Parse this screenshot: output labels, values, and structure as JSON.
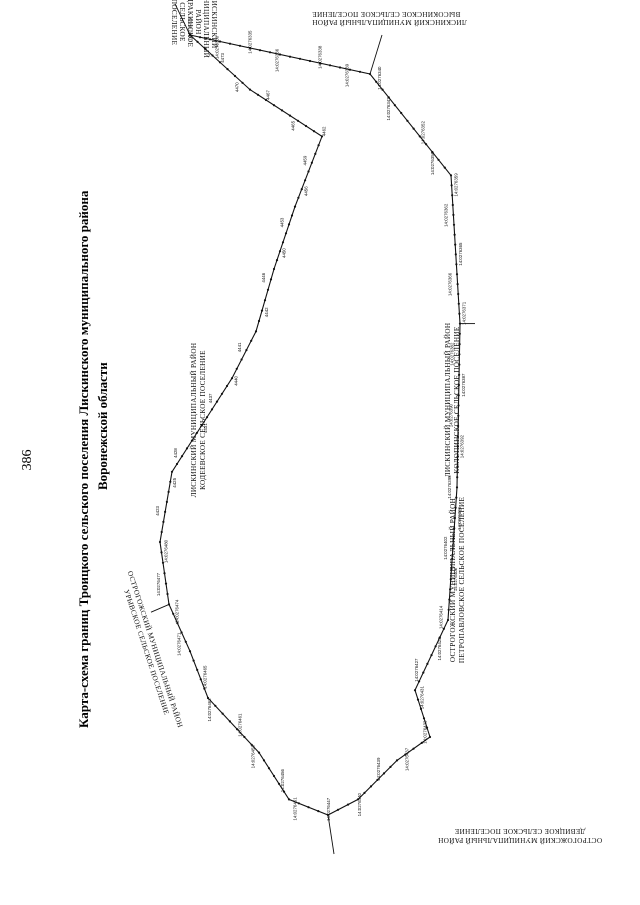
{
  "page_number": "386",
  "title": {
    "line1": "Карта-схема границ Троицкого сельского поселения Лискинского муниципального района",
    "line2": "Воронежской области"
  },
  "neighbor_labels": {
    "top_left": [
      "ЛИСКИНСКИЙ",
      "МУНИЦИПАЛЬНЫЙ",
      "РАЙОН",
      "ДРАКИНСКОЕ",
      "СЕЛЬСКОЕ",
      "ПОСЕЛЕНИЕ"
    ],
    "top_right": [
      "ЛИСКИНСКИЙ МУНИЦИПАЛЬНЫЙ РАЙОН",
      "ВЫСОКИНСКОЕ СЕЛЬСКОЕ ПОСЕЛЕНИЕ"
    ],
    "middle_left": [
      "ЛИСКИНСКИЙ МУНИЦИПАЛЬНЫЙ РАЙОН",
      "КОДЕЕВСКОЕ СЕЛЬСКОЕ ПОСЕЛЕНИЕ"
    ],
    "middle_right": [
      "ЛИСКИНСКИЙ МУНИЦИПАЛЬНЫЙ РАЙОН",
      "КОЛОПИНСКОЕ СЕЛЬСКОЕ ПОСЕЛЕНИЕ"
    ],
    "lower_left": [
      "ОСТРОГОЖСКИЙ МУНИЦИПАЛЬНЫЙ РАЙОН",
      "УРЫВСКОЕ СЕЛЬСКОЕ ПОСЕЛЕНИЕ"
    ],
    "lower_right": [
      "ОСТРОГОЖСКИЙ МУНИЦИПАЛЬНЫЙ РАЙОН",
      "ПЕТРОПАВЛОВСКОЕ СЕЛЬСКОЕ ПОСЕЛЕНИЕ"
    ],
    "bottom": [
      "ОСТРОГОЖСКИЙ МУНИЦИПАЛЬНЫЙ РАЙОН",
      "ДЕВИЦКОЕ СЕЛЬСКОЕ ПОСЕЛЕНИЕ"
    ]
  },
  "map_data": {
    "type": "boundary-outline",
    "boundary": [
      [
        0.1,
        0.0
      ],
      [
        0.7,
        0.05
      ],
      [
        0.97,
        0.18
      ],
      [
        1.0,
        0.37
      ],
      [
        0.99,
        0.58
      ],
      [
        0.96,
        0.75
      ],
      [
        0.85,
        0.84
      ],
      [
        0.9,
        0.9
      ],
      [
        0.79,
        0.93
      ],
      [
        0.66,
        0.98
      ],
      [
        0.56,
        1.0
      ],
      [
        0.43,
        0.98
      ],
      [
        0.33,
        0.92
      ],
      [
        0.16,
        0.85
      ],
      [
        0.1,
        0.79
      ],
      [
        0.03,
        0.73
      ],
      [
        0.0,
        0.65
      ],
      [
        0.04,
        0.56
      ],
      [
        0.14,
        0.5
      ],
      [
        0.24,
        0.44
      ],
      [
        0.32,
        0.38
      ],
      [
        0.38,
        0.3
      ],
      [
        0.45,
        0.22
      ],
      [
        0.54,
        0.13
      ],
      [
        0.3,
        0.07
      ],
      [
        0.1,
        0.0
      ]
    ],
    "neighbor_lines": [
      [
        [
          0.1,
          0.0
        ],
        [
          0.05,
          -0.04
        ]
      ],
      [
        [
          0.7,
          0.05
        ],
        [
          0.74,
          0.0
        ]
      ],
      [
        [
          1.0,
          0.37
        ],
        [
          1.05,
          0.37
        ]
      ],
      [
        [
          0.56,
          1.0
        ],
        [
          0.58,
          1.05
        ]
      ],
      [
        [
          0.03,
          0.73
        ],
        [
          -0.03,
          0.74
        ]
      ]
    ],
    "point_labels": [
      "14:0276329",
      "14:0276330",
      "14:0276335",
      "14:0276336",
      "14:0276338",
      "14:0276339",
      "14:0276340",
      "14:0276342",
      "14:0276352",
      "14:0276356",
      "14:0276359",
      "14:0276362",
      "14:0276365",
      "14:0276366",
      "14:0276371",
      "14:0276382",
      "14:0276387",
      "14:0276390",
      "14:0276392",
      "14:0276395",
      "14:0276396",
      "14:0276402",
      "14:0276408",
      "14:0276414",
      "14:0276423",
      "14:0276427",
      "14:0276431",
      "14:0276433",
      "14:0276437",
      "14:0276439",
      "14:0276440",
      "14:0276447",
      "14:0276451",
      "14:0276456",
      "14:0276458",
      "14:0276461",
      "14:0276462",
      "14:0276465",
      "14:0276471",
      "14:0276474",
      "14:0276477",
      "14:0276480",
      "4423",
      "4425",
      "4428",
      "4431",
      "4437",
      "4440",
      "4441",
      "4442",
      "4446",
      "4450",
      "4453",
      "4456",
      "4459",
      "4462",
      "4465",
      "4467",
      "4470",
      "4473"
    ]
  }
}
